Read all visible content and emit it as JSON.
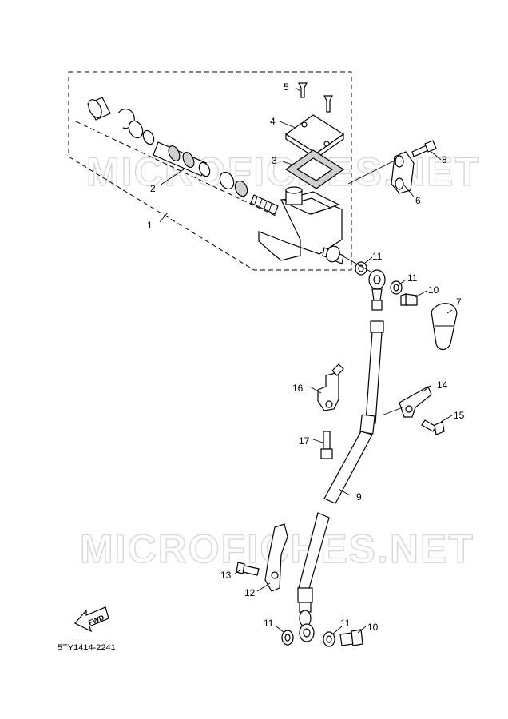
{
  "watermark": {
    "upper": "MICROFICHES.NET",
    "lower": "MICROFICHES.NET"
  },
  "diagram_code": "5TY1414-2241",
  "fwd_label": "FWD",
  "callouts": {
    "c1": "1",
    "c2": "2",
    "c3": "3",
    "c4": "4",
    "c5": "5",
    "c6": "6",
    "c7": "7",
    "c8": "8",
    "c9": "9",
    "c10a": "10",
    "c10b": "10",
    "c11a": "11",
    "c11b": "11",
    "c11c": "11",
    "c11d": "11",
    "c12": "12",
    "c13": "13",
    "c14": "14",
    "c15": "15",
    "c16": "16",
    "c17": "17"
  }
}
